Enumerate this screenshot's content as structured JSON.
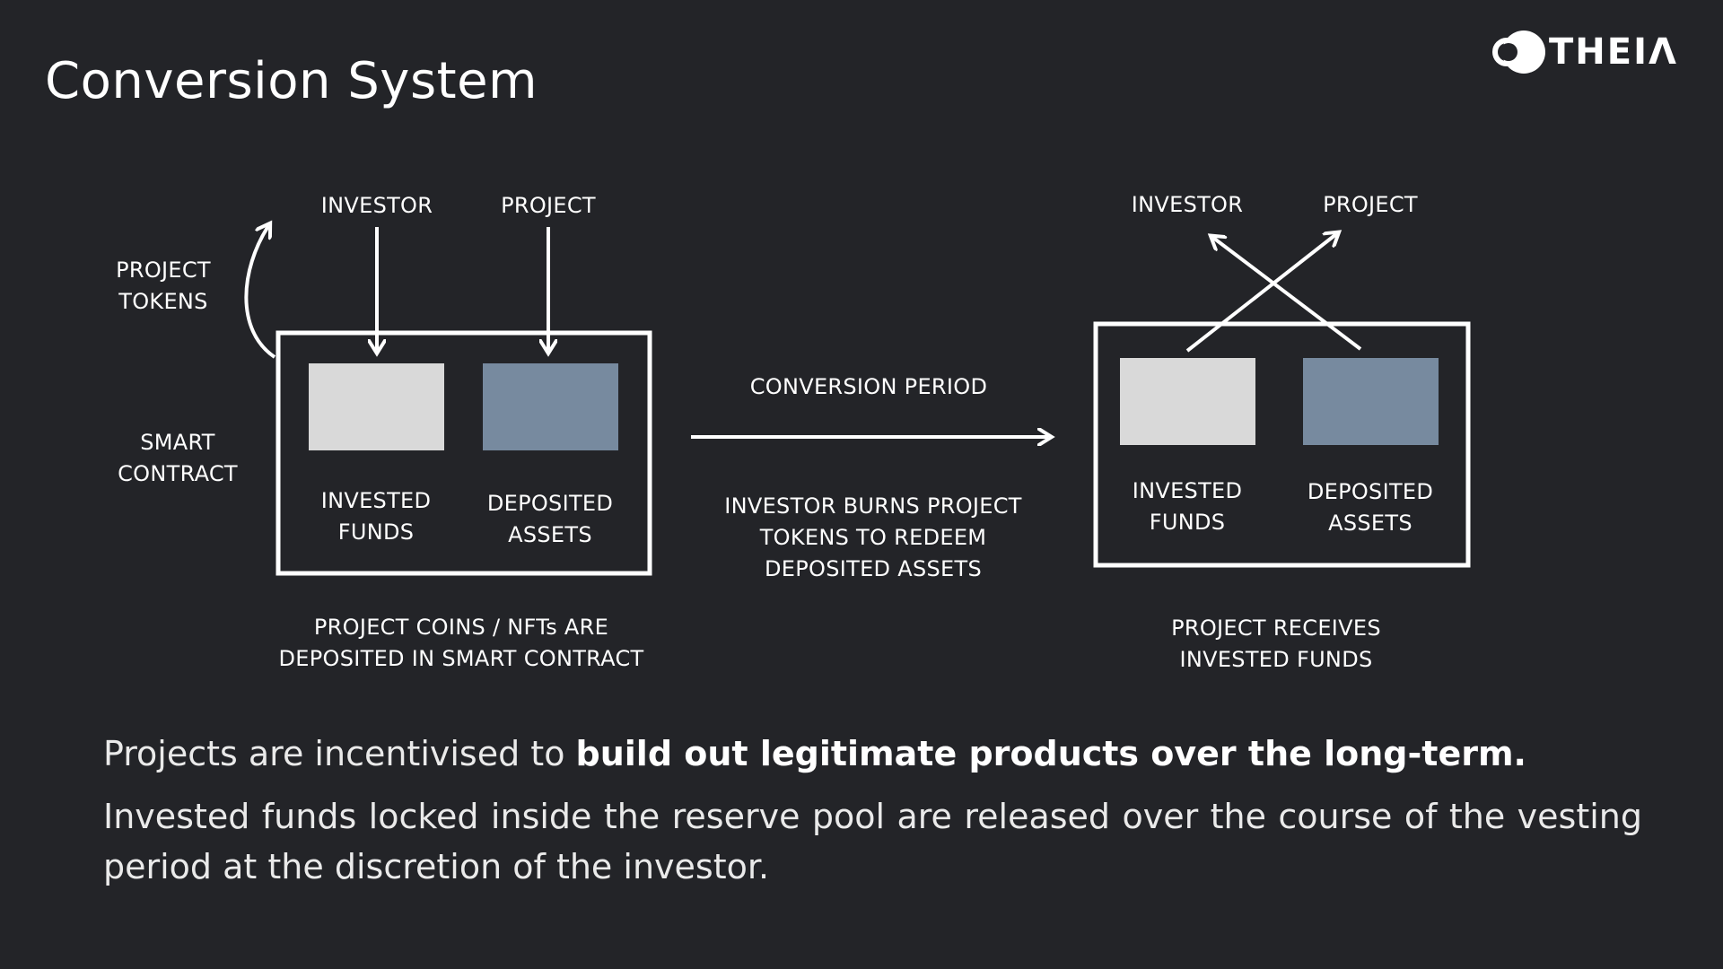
{
  "title": "Conversion System",
  "logo": {
    "text": "THEIΛ",
    "icon": "theia-logo-icon"
  },
  "left": {
    "investor": "INVESTOR",
    "project": "PROJECT",
    "project_tokens_line1": "PROJECT",
    "project_tokens_line2": "TOKENS",
    "smart_contract_line1": "SMART",
    "smart_contract_line2": "CONTRACT",
    "invested_line1": "INVESTED",
    "invested_line2": "FUNDS",
    "deposited_line1": "DEPOSITED",
    "deposited_line2": "ASSETS",
    "caption_line1": "PROJECT COINS / NFTs ARE",
    "caption_line2": "DEPOSITED IN SMART CONTRACT"
  },
  "middle": {
    "period": "CONVERSION PERIOD",
    "desc_line1": "INVESTOR BURNS PROJECT",
    "desc_line2": "TOKENS TO REDEEM",
    "desc_line3": "DEPOSITED ASSETS"
  },
  "right": {
    "investor": "INVESTOR",
    "project": "PROJECT",
    "invested_line1": "INVESTED",
    "invested_line2": "FUNDS",
    "deposited_line1": "DEPOSITED",
    "deposited_line2": "ASSETS",
    "caption_line1": "PROJECT RECEIVES",
    "caption_line2": "INVESTED FUNDS"
  },
  "body": {
    "p1_normal": "Projects are incentivised to ",
    "p1_bold": "build out legitimate products over the long-term.",
    "p2": "Invested funds locked inside the reserve pool are released over the course of the vesting period at the discretion of the investor."
  },
  "colors": {
    "background": "#232428",
    "invested_box": "#d9d9d9",
    "deposited_box": "#778a9f",
    "stroke": "#ffffff"
  }
}
